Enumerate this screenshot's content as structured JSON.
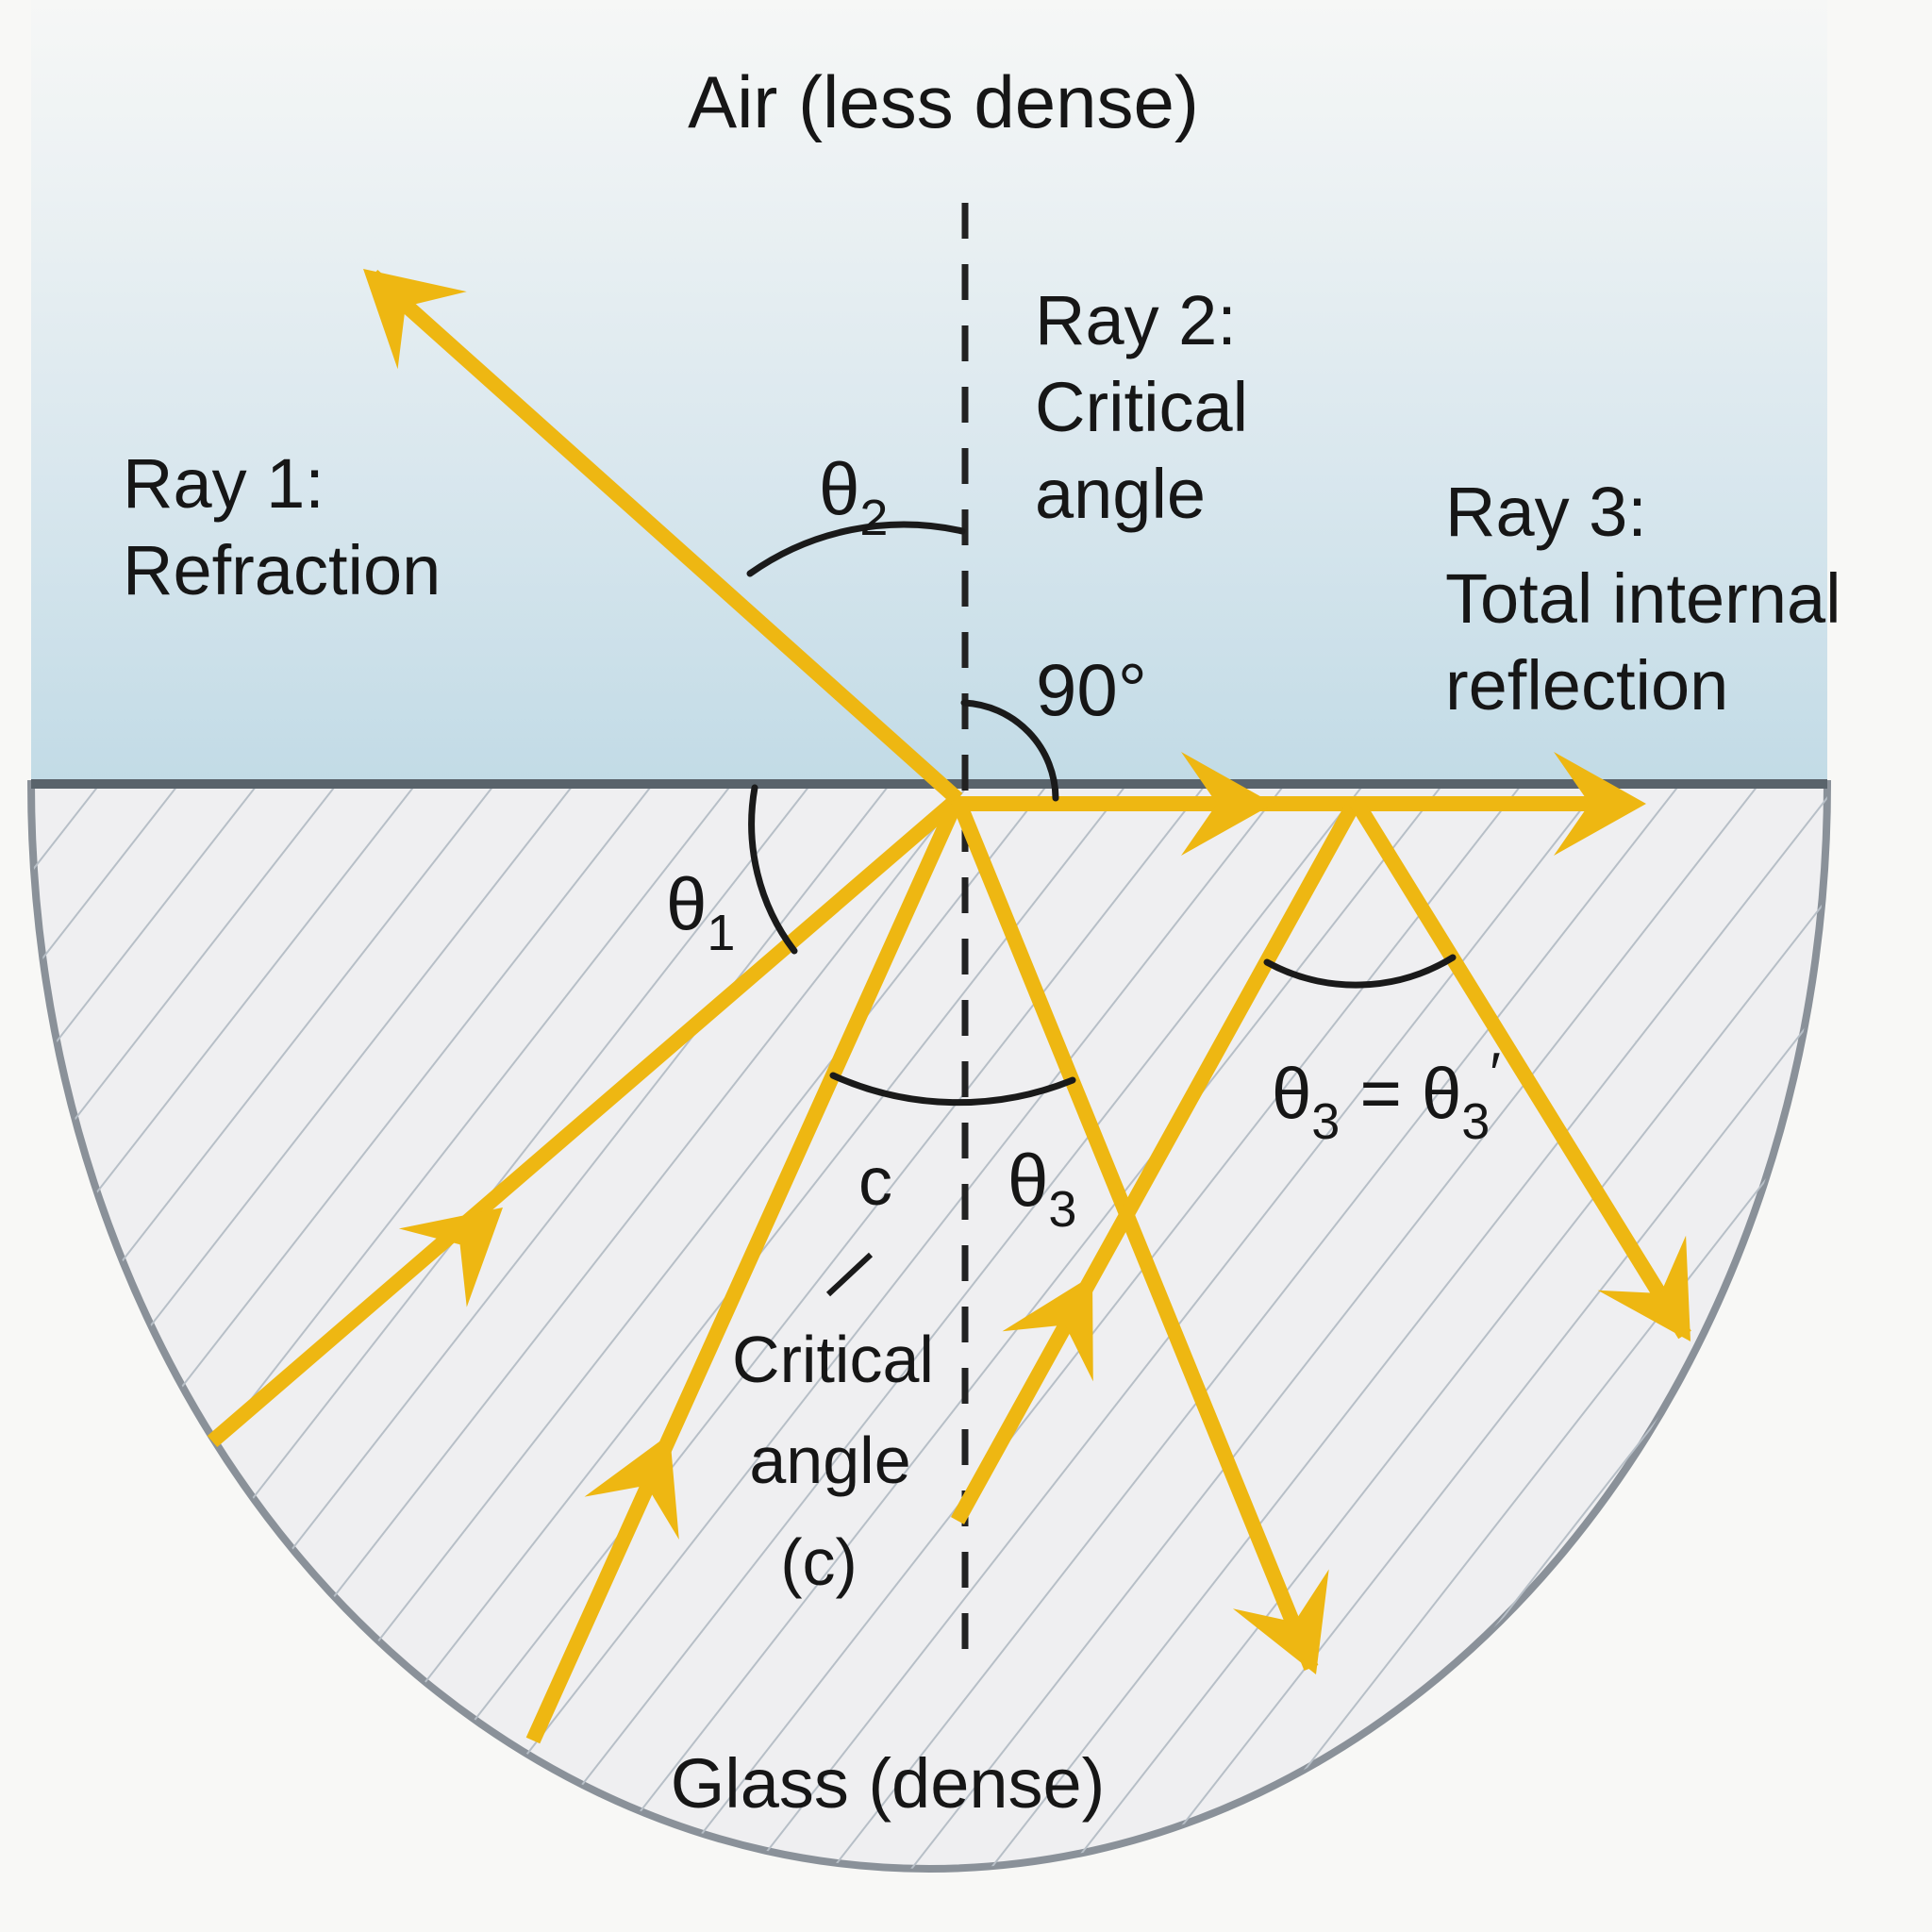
{
  "regions": {
    "air_label": "Air (less dense)",
    "glass_label": "Glass (dense)"
  },
  "rays": {
    "ray1": {
      "lines": [
        "Ray 1:",
        "Refraction"
      ]
    },
    "ray2": {
      "lines": [
        "Ray 2:",
        "Critical",
        "angle"
      ]
    },
    "ray3": {
      "lines": [
        "Ray 3:",
        "Total internal",
        "reflection"
      ]
    }
  },
  "angles": {
    "theta2": {
      "base": "θ",
      "sub": "2"
    },
    "theta1": {
      "base": "θ",
      "sub": "1"
    },
    "ninety": "90°",
    "c_short": "c",
    "theta3": {
      "base": "θ",
      "sub": "3"
    },
    "theta3_eq": {
      "b1": "θ",
      "s1": "3",
      "mid": " = θ",
      "s2": "3",
      "prime": "′"
    },
    "critical_note": {
      "lines": [
        "Critical",
        "angle",
        "(c)"
      ]
    }
  },
  "colors": {
    "ray_yellow": "#eeb712",
    "surface_line": "#59636b",
    "normal_line": "#222222",
    "air_top": "#f6f7f6",
    "air_bottom": "#c2dbe6",
    "glass_fill": "#efeff1",
    "glass_hatch": "#b7bfc7",
    "glass_edge": "#8a9199",
    "text": "#161616"
  }
}
